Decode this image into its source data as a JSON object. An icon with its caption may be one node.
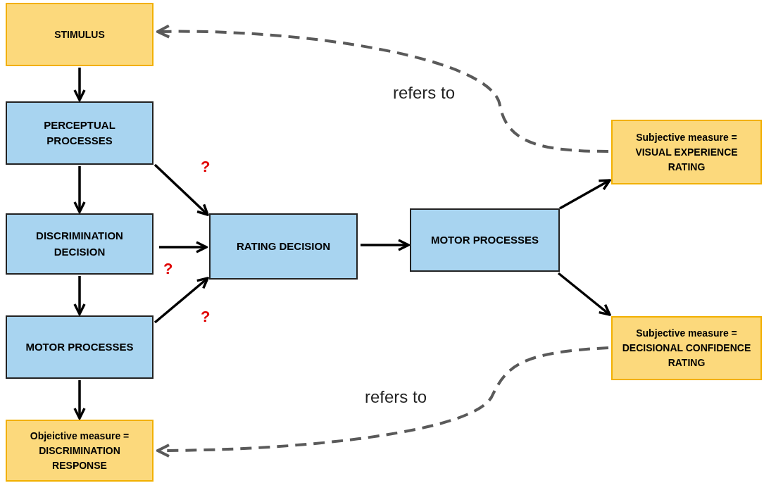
{
  "diagram": {
    "nodes": [
      {
        "text": [
          "STIMULUS"
        ]
      },
      {
        "text": [
          "PERCEPTUAL PROCESSES"
        ]
      },
      {
        "text": [
          "DISCRIMINATION DECISION"
        ]
      },
      {
        "text": [
          "MOTOR PROCESSES"
        ]
      },
      {
        "text": [
          "Objeictive measure = DISCRIMINATION RESPONSE"
        ]
      },
      {
        "text": [
          "RATING DECISION"
        ]
      },
      {
        "text": [
          "MOTOR PROCESSES"
        ]
      },
      {
        "text": [
          "Subjective measure = VISUAL EXPERIENCE RATING"
        ]
      },
      {
        "text": [
          "Subjective measure = DECISIONAL CONFIDENCE RATING"
        ]
      }
    ],
    "edges": [
      {
        "from": 0,
        "to": 1,
        "arrow": "to"
      },
      {
        "from": 1,
        "to": 2,
        "arrow": "to"
      },
      {
        "from": 2,
        "to": 3,
        "arrow": "to"
      },
      {
        "from": 3,
        "to": 4,
        "arrow": "to"
      },
      {
        "from": 1,
        "to": 5,
        "arrow": "to",
        "label": "?"
      },
      {
        "from": 2,
        "to": 5,
        "arrow": "to",
        "label": "?"
      },
      {
        "from": 3,
        "to": 5,
        "arrow": "to",
        "label": "?"
      },
      {
        "from": 5,
        "to": 6,
        "arrow": "to"
      },
      {
        "from": 6,
        "to": 7,
        "arrow": "to"
      },
      {
        "from": 6,
        "to": 8,
        "arrow": "to"
      },
      {
        "from": 7,
        "to": 0,
        "arrow": "to",
        "label": "refers to",
        "style": "dashed",
        "color": "#5a5a5a"
      },
      {
        "from": 8,
        "to": 4,
        "arrow": "to",
        "label": "refers to",
        "style": "dashed",
        "color": "#5a5a5a"
      }
    ]
  }
}
